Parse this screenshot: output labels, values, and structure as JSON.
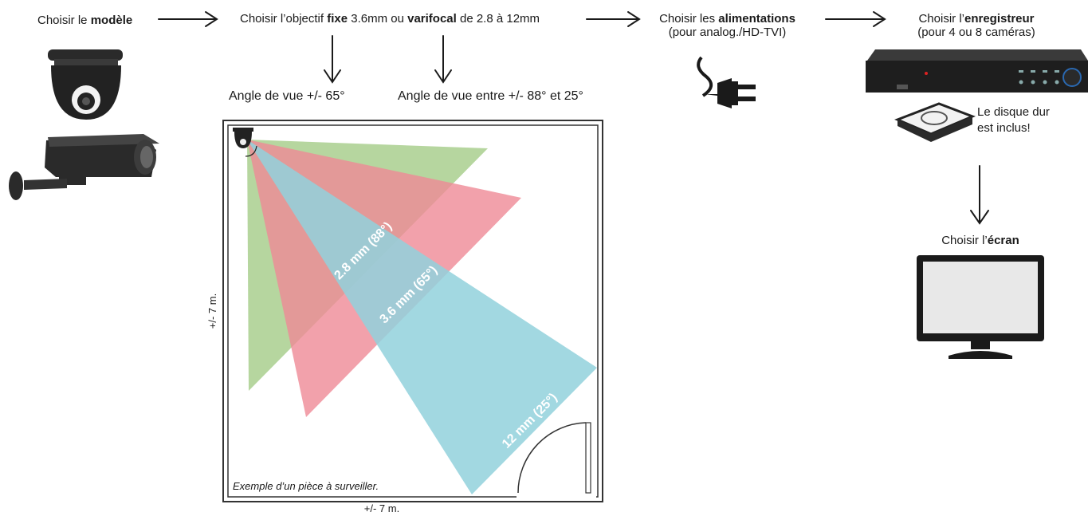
{
  "steps": {
    "model": {
      "pre": "Choisir le ",
      "bold": "modèle"
    },
    "lens": {
      "pre": "Choisir l’objectif ",
      "bold1": "fixe",
      "mid1": " 3.6mm ou ",
      "bold2": "varifocal",
      "post": " de 2.8 à 12mm"
    },
    "power": {
      "pre": "Choisir les ",
      "bold": "alimentations",
      "line2": "(pour analog./HD-TVI)"
    },
    "recorder": {
      "pre": "Choisir l’",
      "bold": "enregistreur",
      "line2": "(pour 4 ou 8 caméras)"
    },
    "screen": {
      "pre": "Choisir l’",
      "bold": "écran"
    }
  },
  "angles": {
    "fixed": "Angle de vue +/- 65°",
    "varifocal": "Angle de vue entre +/- 88° et 25°"
  },
  "disk_note": {
    "line1": "Le disque dur",
    "line2": "est inclus!"
  },
  "room": {
    "caption": "Exemple d’un pièce à surveiller.",
    "width_label": "+/- 7 m.",
    "height_label": "+/- 7 m."
  },
  "cones": [
    {
      "label": "2.8 mm (88°)",
      "color": "#a9cf8e"
    },
    {
      "label": "3.6 mm (65°)",
      "color": "#ef8a96"
    },
    {
      "label": "12 mm (25°)",
      "color": "#92d1dc"
    }
  ],
  "icons": [
    "dome-camera-icon",
    "bullet-camera-icon",
    "power-plug-icon",
    "dvr-recorder-icon",
    "hard-disk-icon",
    "monitor-icon"
  ]
}
